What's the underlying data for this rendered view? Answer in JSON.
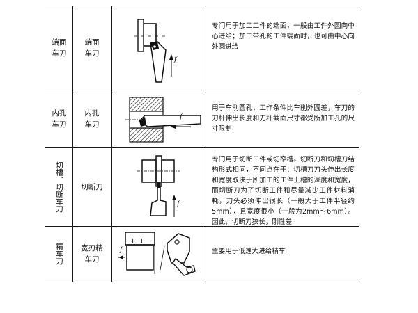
{
  "rows": [
    {
      "category": "端面\n车刀",
      "name": "端面\n车刀",
      "description": "专门用于加工工件的端面，一般由工件外圆向中心进给；加工带孔的工件端面时，也可由中心向外圆进给",
      "figure_labels": [
        "f"
      ]
    },
    {
      "category": "内孔\n车刀",
      "name": "内孔\n车刀",
      "description": "用于车削圆孔，工作条件比车削外圆差，车刀的刀杆伸出长度和刀杆截面尺寸都受所加工孔的尺寸限制",
      "figure_labels": [
        "f"
      ]
    },
    {
      "category": "切槽、切断车刀",
      "name": "切断刀",
      "description": "专门用于切断工件或切窄槽。切断刀和切槽刀结构形式相同，不同点在于：切槽刀刀头伸出长度和宽度取决于所加工的工件上槽的深度和宽度，而切断刀为了切断工件和尽量减少工件材料消耗，刀头必须伸出很长（一般大于工件半径约5mm），且宽度很小（一般为2mm～6mm）。因此，切断刀狭长，刚性差",
      "figure_labels": [
        "f"
      ]
    },
    {
      "category": "精车刀",
      "name": "宽刃精\n车刀",
      "description": "主要用于低速大进给精车",
      "figure_labels": [
        "f"
      ]
    }
  ]
}
